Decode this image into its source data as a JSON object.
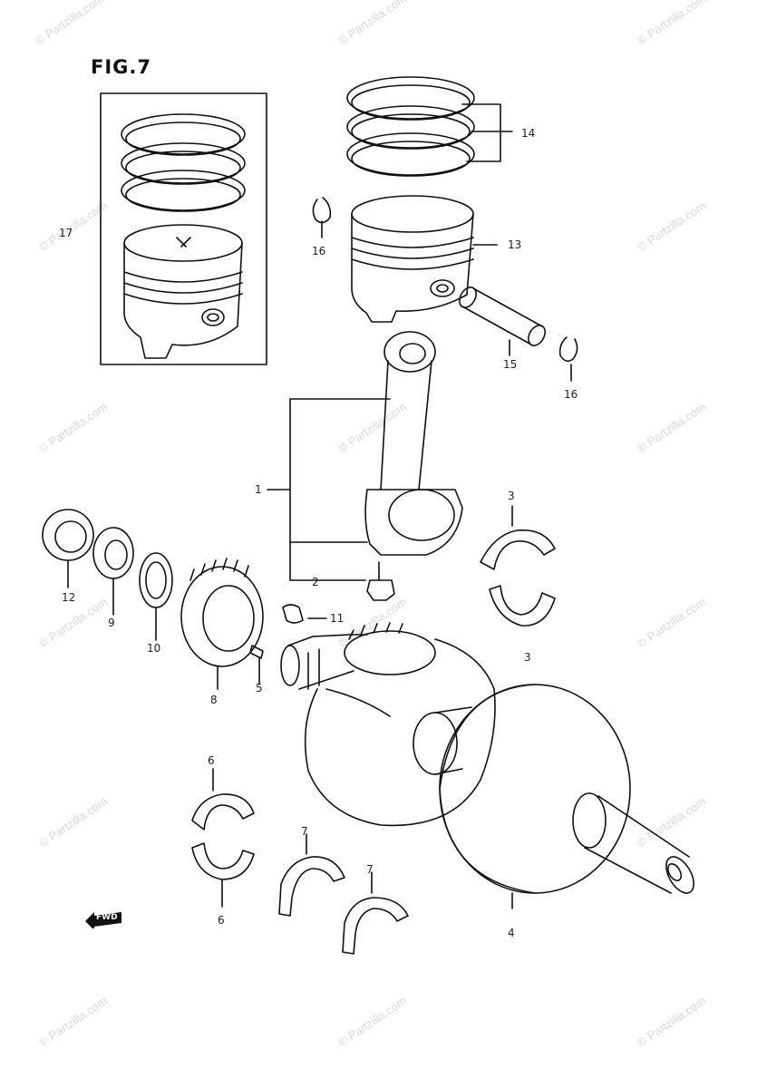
{
  "figure": {
    "title": "FIG.7"
  },
  "watermark": {
    "text": "© Partzilla.com"
  },
  "callouts": [
    {
      "id": "c17",
      "label": "17"
    },
    {
      "id": "c14",
      "label": "14"
    },
    {
      "id": "c13",
      "label": "13"
    },
    {
      "id": "c16a",
      "label": "16"
    },
    {
      "id": "c15",
      "label": "15"
    },
    {
      "id": "c16b",
      "label": "16"
    },
    {
      "id": "c1",
      "label": "1"
    },
    {
      "id": "c3a",
      "label": "3"
    },
    {
      "id": "c2",
      "label": "2"
    },
    {
      "id": "c12",
      "label": "12"
    },
    {
      "id": "c9",
      "label": "9"
    },
    {
      "id": "c10",
      "label": "10"
    },
    {
      "id": "c11",
      "label": "11"
    },
    {
      "id": "c3b",
      "label": "3"
    },
    {
      "id": "c8",
      "label": "8"
    },
    {
      "id": "c5",
      "label": "5"
    },
    {
      "id": "c6a",
      "label": "6"
    },
    {
      "id": "c6b",
      "label": "6"
    },
    {
      "id": "c7a",
      "label": "7"
    },
    {
      "id": "c7b",
      "label": "7"
    },
    {
      "id": "c4",
      "label": "4"
    }
  ],
  "fwd": {
    "label": "FWD"
  },
  "colors": {
    "ink": "#111111",
    "watermark": "#d9d9d9",
    "background": "#ffffff"
  }
}
